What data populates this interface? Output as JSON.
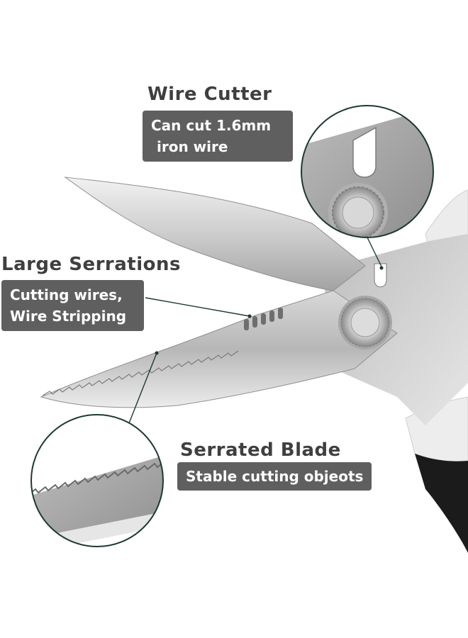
{
  "callouts": {
    "wire_cutter": {
      "title": "Wire Cutter",
      "lines": [
        "Can cut 1.6mm",
        "iron wire"
      ]
    },
    "large_serrations": {
      "title": "Large Serrations",
      "lines": [
        "Cutting wires,",
        "Wire Stripping"
      ]
    },
    "serrated_blade": {
      "title": "Serrated Blade",
      "lines": [
        "Stable cutting objeots"
      ]
    }
  },
  "colors": {
    "label_box": "#5f5f5f",
    "heading_text": "#3f3f3f",
    "leader_line": "#1e3b2d",
    "steel_light": "#e4e4e4",
    "steel_dark": "#9a9a9a",
    "handle_white": "#ececec",
    "handle_black": "#1b1b1b"
  }
}
